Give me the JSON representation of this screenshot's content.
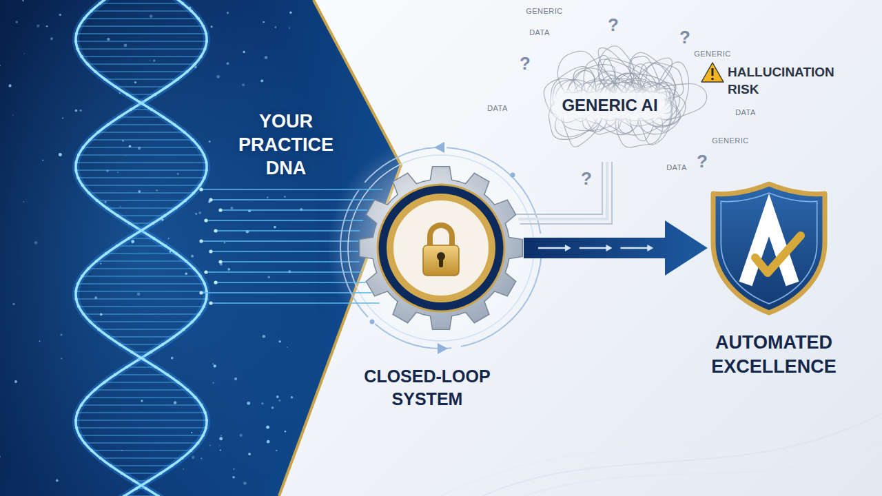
{
  "diagram": {
    "nodes": [
      {
        "text": [
          "YOUR PRACTICE DNA"
        ]
      },
      {
        "text": [
          "CLOSED-LOOP SYSTEM"
        ]
      },
      {
        "text": [
          "GENERIC AI"
        ]
      },
      {
        "text": [
          "AUTOMATED EXCELLENCE"
        ]
      }
    ],
    "edges": [
      {
        "from": 0,
        "to": 1,
        "arrow": "none"
      },
      {
        "from": 2,
        "to": 1,
        "arrow": "none"
      },
      {
        "from": 1,
        "to": 3,
        "arrow": "to"
      }
    ],
    "labels": [
      "GENERIC",
      "?",
      "DATA",
      "?",
      "GENERIC",
      "?",
      "HALLUCINATION RISK",
      "DATA",
      "DATA",
      "GENERIC",
      "?",
      "DATA",
      "?"
    ]
  }
}
